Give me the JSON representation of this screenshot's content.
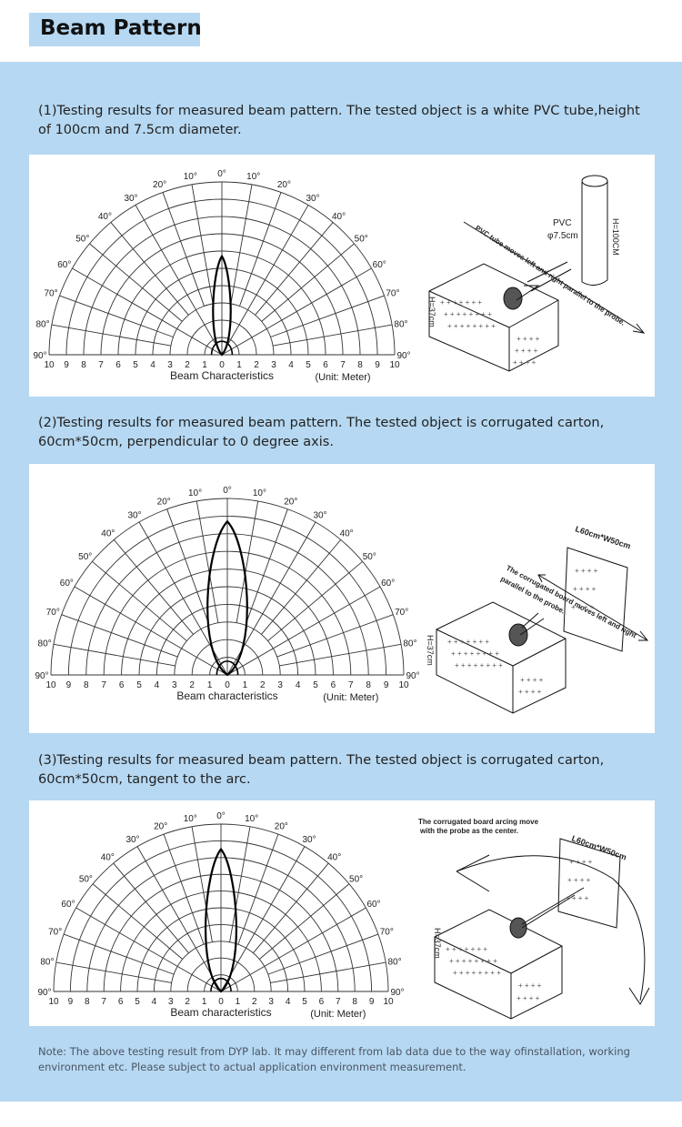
{
  "header": {
    "title": "Beam Pattern"
  },
  "sections": [
    {
      "desc": "(1)Testing results for measured beam pattern. The tested object is a white PVC tube,height of 100cm and 7.5cm diameter.",
      "caption": "Beam Characteristics",
      "unit": "(Unit: Meter)",
      "beam_reach_m": 5.7,
      "beam_half_width_m": 0.5,
      "scene": {
        "object_label_1": "PVC",
        "object_label_2": "φ7.5cm",
        "object_height": "H=100CM",
        "motion_label": "PVC tube moves left and right parallel to the probe.",
        "sensor_height": "H=37cm"
      }
    },
    {
      "desc": "(2)Testing results for measured beam pattern. The tested object is corrugated carton, 60cm*50cm, perpendicular  to 0 degree axis.",
      "caption": "Beam characteristics",
      "unit": "(Unit: Meter)",
      "beam_reach_m": 8.7,
      "beam_half_width_m": 1.1,
      "scene": {
        "object_size": "L60cm*W50cm",
        "motion_label_1": "The corrugated board moves left and right",
        "motion_label_2": "parallel to the probe.",
        "sensor_height": "H=37cm"
      }
    },
    {
      "desc": "(3)Testing results for measured beam pattern. The tested object is corrugated carton, 60cm*50cm, tangent to the arc.",
      "caption": "Beam characteristics",
      "unit": "(Unit: Meter)",
      "beam_reach_m": 8.5,
      "beam_half_width_m": 0.9,
      "scene": {
        "top_label_1": "The corrugated board arcing move",
        "top_label_2": "with the probe as the center.",
        "object_size": "L60cm*W50cm",
        "sensor_height": "H=37cm"
      }
    }
  ],
  "polar": {
    "angle_labels": [
      "0°",
      "10°",
      "20°",
      "30°",
      "40°",
      "50°",
      "60°",
      "70°",
      "80°",
      "90°"
    ],
    "distance_labels": [
      "10",
      "9",
      "8",
      "7",
      "6",
      "5",
      "4",
      "3",
      "2",
      "1",
      "0",
      "1",
      "2",
      "3",
      "4",
      "5",
      "6",
      "7",
      "8",
      "9",
      "10"
    ]
  },
  "note": "Note: The above testing result from DYP lab.  It may different from lab data due to the way ofinstallation, working environment etc. Please subject to actual application environment measurement."
}
